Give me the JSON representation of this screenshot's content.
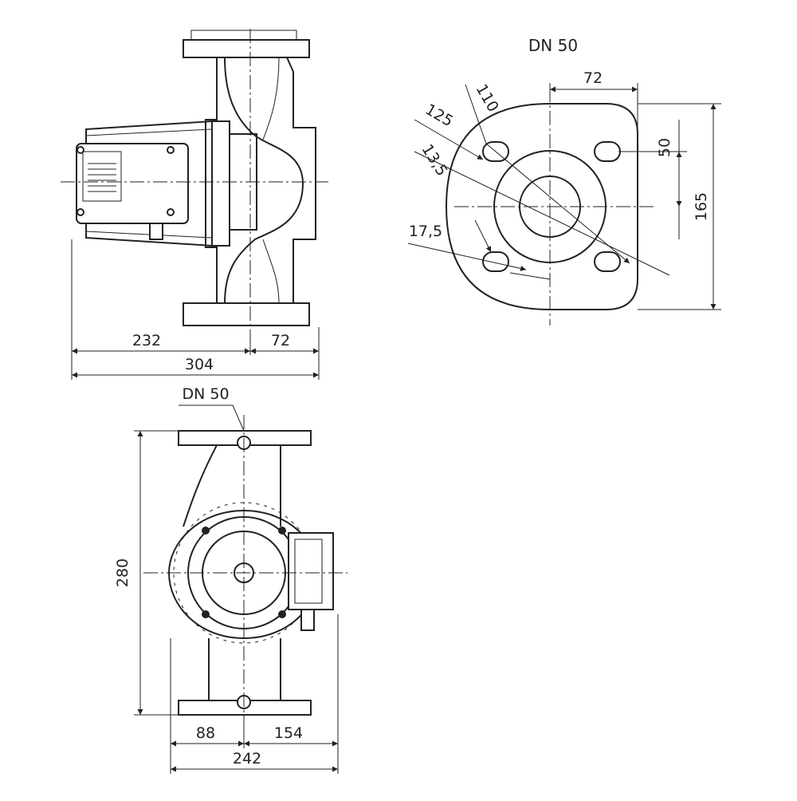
{
  "side_view": {
    "dim_left": "232",
    "dim_right": "72",
    "dim_total": "304"
  },
  "flange_view": {
    "title": "DN 50",
    "dim_top": "72",
    "dim_bolt_circle": "110",
    "dim_outer": "125",
    "dim_hole": "13,5",
    "dim_slot": "17,5",
    "dim_half": "50",
    "dim_height": "165"
  },
  "front_view": {
    "title": "DN 50",
    "dim_height": "280",
    "dim_left": "88",
    "dim_right": "154",
    "dim_total": "242"
  }
}
